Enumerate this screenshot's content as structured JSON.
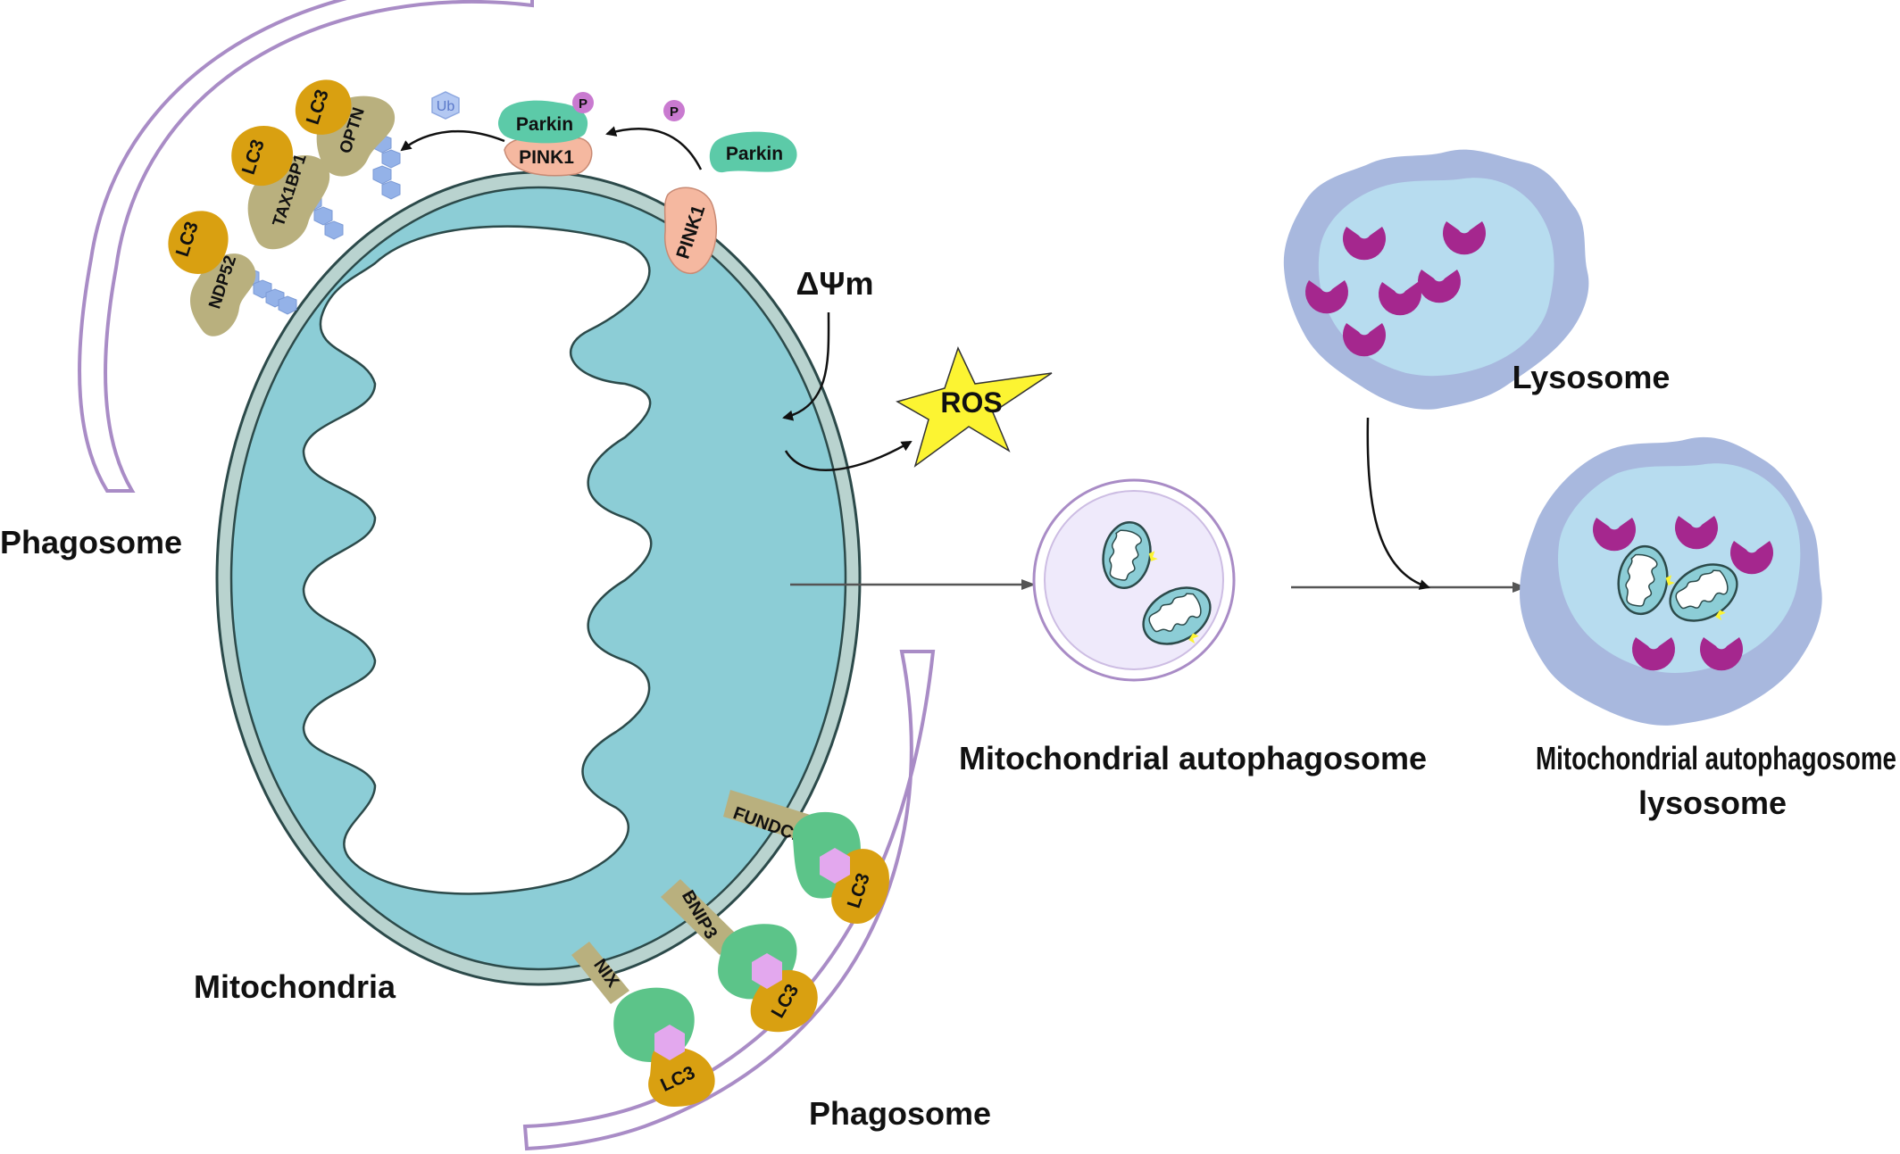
{
  "labels": {
    "phagosome_left": "Phagosome",
    "phagosome_bottom": "Phagosome",
    "mitochondria": "Mitochondria",
    "delta_psi": "ΔΨm",
    "ros": "ROS",
    "lysosome": "Lysosome",
    "mito_autophagosome": "Mitochondrial autophagosome",
    "mito_autolysosome_line1": "Mitochondrial autophagosome",
    "mito_autolysosome_line2": "lysosome"
  },
  "proteins": {
    "lc3": "LC3",
    "optn": "OPTN",
    "tax1bp1": "TAX1BP1",
    "ndp52": "NDP52",
    "ub": "Ub",
    "parkin": "Parkin",
    "pink1": "PINK1",
    "phospho": "P",
    "fundc1": "FUNDC1",
    "bnip3": "BNIP3",
    "nix": "NIX"
  },
  "colors": {
    "mito_outer": "#b9d3cf",
    "mito_matrix": "#8ccdd6",
    "phagosome_membrane": "#a98cc6",
    "lc3": "#d9a011",
    "adaptor": "#b9b07e",
    "ubiquitin": "#94b2e8",
    "parkin": "#5ccaa8",
    "pink1": "#f5b8a0",
    "phospho": "#c97ad0",
    "receptor_green": "#5cc489",
    "receptor_pink": "#e3a8ee",
    "lysosome_outer": "#a8b8de",
    "lysosome_inner": "#b7dcef",
    "hydrolase": "#a5278e",
    "ros": "#fcf432"
  }
}
